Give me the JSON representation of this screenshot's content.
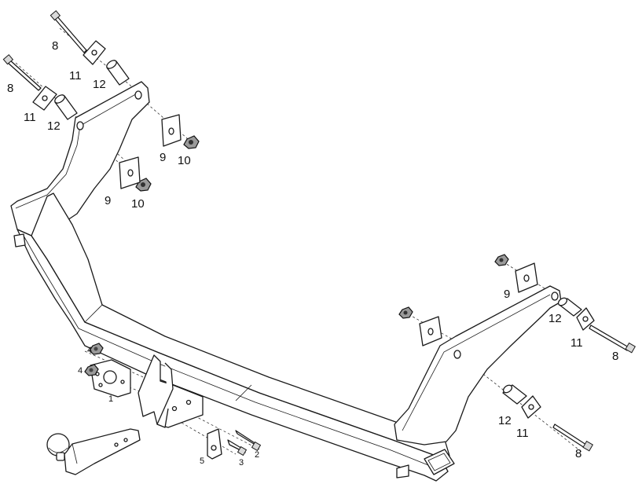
{
  "part_labels": {
    "p1": "1",
    "p2": "2",
    "p3": "3",
    "p4": "4",
    "p5": "5",
    "p8": "8",
    "p9": "9",
    "p10": "10",
    "p11": "11",
    "p12": "12"
  }
}
